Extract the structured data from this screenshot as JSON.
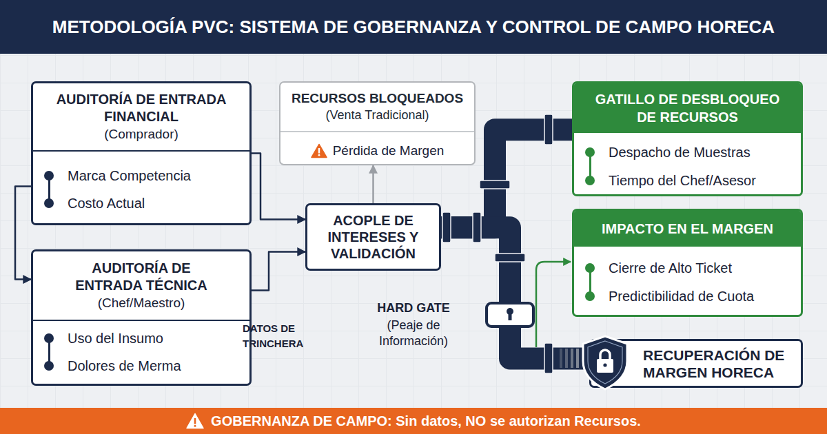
{
  "diagram": {
    "title": "METODOLOGÍA PVC: SISTEMA DE GOBERNANZA Y CONTROL DE CAMPO HORECA",
    "caption": "GOBERNANZA DE CAMPO: Sin datos, NO se autorizan Recursos.",
    "nodes": [
      {
        "text": [
          "AUDITORÍA DE ENTRADA FINANCIAL",
          "(Comprador)",
          "Marca Competencia",
          "Costo Actual"
        ]
      },
      {
        "text": [
          "AUDITORÍA DE ENTRADA TÉCNICA",
          "(Chef/Maestro)",
          "Uso del Insumo",
          "Dolores de Merma"
        ]
      },
      {
        "text": [
          "RECURSOS BLOQUEADOS",
          "(Venta Tradicional)",
          "Pérdida de Margen"
        ]
      },
      {
        "text": [
          "ACOPLE DE INTERESES Y VALIDACIÓN"
        ]
      },
      {
        "text": [
          "GATILLO DE DESBLOQUEO DE RECURSOS",
          "Despacho de Muestras",
          "Tiempo del Chef/Asesor"
        ]
      },
      {
        "text": [
          "IMPACTO EN EL MARGEN",
          "Cierre de Alto Ticket",
          "Predictibilidad de Cuota"
        ]
      },
      {
        "text": [
          "RECUPERACIÓN DE MARGEN HORECA"
        ]
      }
    ],
    "edges": [
      {
        "from": 0,
        "to": 1,
        "arrow": "to"
      },
      {
        "from": 0,
        "to": 3,
        "arrow": "to"
      },
      {
        "from": 1,
        "to": 3,
        "arrow": "to"
      },
      {
        "from": 3,
        "to": 2,
        "arrow": "to"
      },
      {
        "from": 3,
        "to": 4,
        "arrow": "none"
      },
      {
        "from": 3,
        "to": 6,
        "arrow": "none"
      }
    ],
    "labels": [
      "DATOS DE TRINCHERA",
      "HARD GATE",
      "(Peaje de Información)"
    ]
  }
}
